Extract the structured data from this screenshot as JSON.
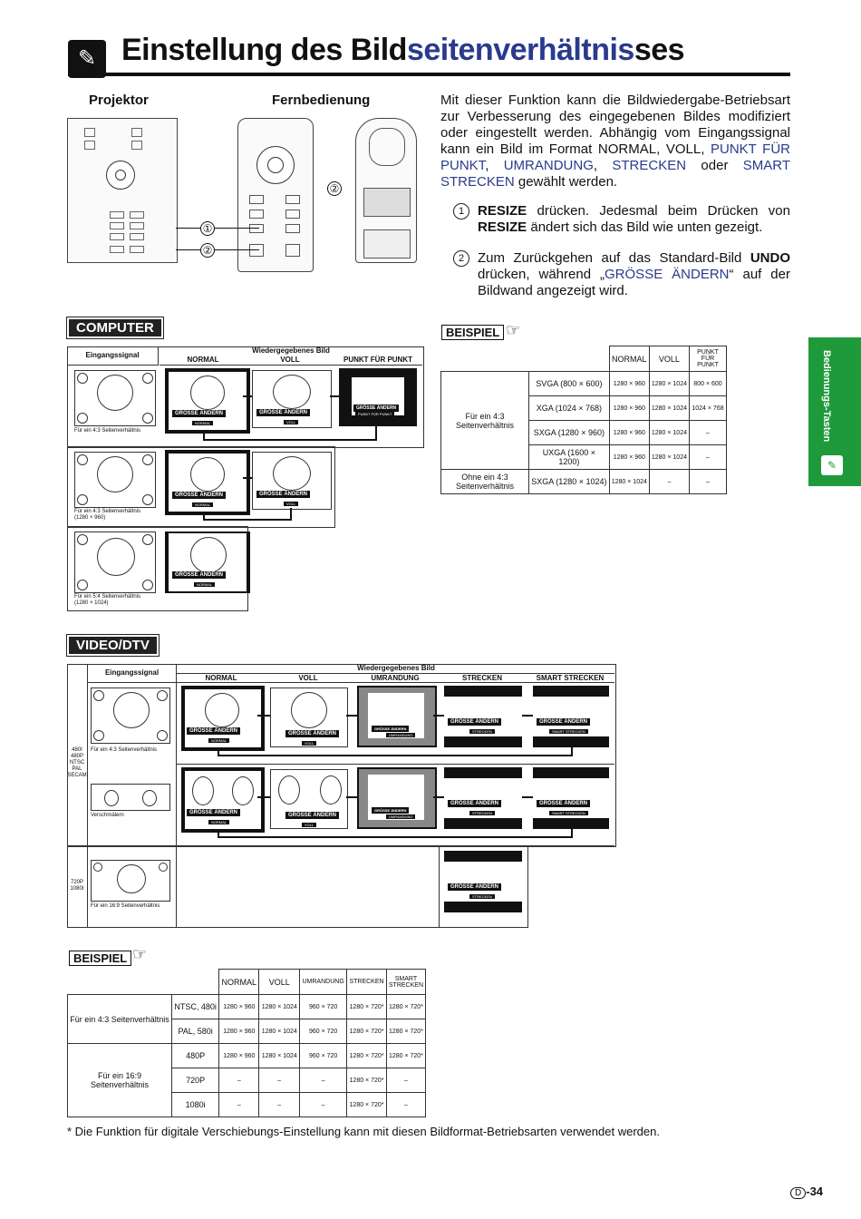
{
  "title": {
    "part1": "Einstellung des Bild",
    "part2": "seitenverhältnis",
    "part3": "ses"
  },
  "labels": {
    "projector": "Projektor",
    "remote": "Fernbedienung"
  },
  "intro": {
    "text1": "Mit dieser Funktion kann die Bildwiedergabe-Betriebsart zur Verbesserung des eingegebenen Bildes modifiziert oder eingestellt werden. Abhängig vom Eingangssignal kann ein Bild im Format NORMAL, VOLL, ",
    "blue1": "PUNKT FÜR PUNKT",
    "sep1": ", ",
    "blue2": "UMRANDUNG",
    "sep2": ", ",
    "blue3": "STRECKEN",
    "sep3": " oder ",
    "blue4": "SMART STRECKEN",
    "text2": " gewählt werden."
  },
  "steps": [
    {
      "num": "1",
      "bold": "RESIZE",
      "t1": " drücken. Jedesmal beim Drücken von ",
      "bold2": "RESIZE",
      "t2": " ändert sich das Bild wie unten gezeigt."
    },
    {
      "num": "2",
      "t0": "Zum Zurückgehen auf das Standard-Bild ",
      "bold": "UNDO",
      "t1": " drücken, während „",
      "blue": "GRÖSSE ÄNDERN",
      "t2": "“ auf der Bildwand angezeigt wird."
    }
  ],
  "callouts": [
    "①",
    "②",
    "②"
  ],
  "sidebar": {
    "label": "Bedienungs-Tasten",
    "icon": "remote-icon"
  },
  "computer": {
    "heading": "COMPUTER",
    "input_header": "Eingangssignal",
    "output_header": "Wiedergegebenes Bild",
    "cols": [
      "NORMAL",
      "VOLL",
      "PUNKT FÜR PUNKT"
    ],
    "badge": "GRÖSSE ÄNDERN",
    "rows": [
      {
        "caption": "Für ein 4:3 Seitenverhältnis",
        "modes": [
          "NORMAL",
          "VOLL",
          "PUNKT FÜR PUNKT"
        ]
      },
      {
        "caption": "Für ein 4:3 Seitenverhältnis (1280 × 960)",
        "modes": [
          "NORMAL",
          "VOLL"
        ]
      },
      {
        "caption": "Für ein 5:4 Seitenverhältnis (1280 × 1024)",
        "modes": [
          "NORMAL"
        ]
      }
    ]
  },
  "beispiel1": {
    "label": "BEISPIEL",
    "header": [
      "NORMAL",
      "VOLL",
      "PUNKT FÜR PUNKT"
    ],
    "groups": [
      {
        "name": "Für ein 4:3 Seitenverhältnis",
        "rows": [
          {
            "sig": "SVGA (800 × 600)",
            "v": [
              "1280 × 960",
              "1280 × 1024",
              "800 × 600"
            ]
          },
          {
            "sig": "XGA (1024 × 768)",
            "v": [
              "1280 × 960",
              "1280 × 1024",
              "1024 × 768"
            ]
          },
          {
            "sig": "SXGA (1280 × 960)",
            "v": [
              "1280 × 960",
              "1280 × 1024",
              "–"
            ]
          },
          {
            "sig": "UXGA (1600 × 1200)",
            "v": [
              "1280 × 960",
              "1280 × 1024",
              "–"
            ]
          }
        ]
      },
      {
        "name": "Ohne ein 4:3 Seitenverhältnis",
        "rows": [
          {
            "sig": "SXGA (1280 × 1024)",
            "v": [
              "1280 × 1024",
              "–",
              "–"
            ]
          }
        ]
      }
    ]
  },
  "video": {
    "heading": "VIDEO/DTV",
    "input_header": "Eingangssignal",
    "output_header": "Wiedergegebenes Bild",
    "cols": [
      "NORMAL",
      "VOLL",
      "UMRANDUNG",
      "STRECKEN",
      "SMART STRECKEN"
    ],
    "badge": "GRÖSSE ÄNDERN",
    "signals1": "480I 480P NTSC PAL SECAM",
    "signals2": "720P 1080I",
    "captions": [
      "Für ein 4:3 Seitenverhältnis",
      "Verschmälern",
      "Für ein 16:9 Seitenverhältnis"
    ]
  },
  "beispiel2": {
    "label": "BEISPIEL",
    "header": [
      "NORMAL",
      "VOLL",
      "UMRANDUNG",
      "STRECKEN",
      "SMART STRECKEN"
    ],
    "groups": [
      {
        "name": "Für ein 4:3 Seitenverhältnis",
        "rows": [
          {
            "sig": "NTSC, 480i",
            "v": [
              "1280 × 960",
              "1280 × 1024",
              "960 × 720",
              "1280 × 720*",
              "1280 × 720*"
            ]
          },
          {
            "sig": "PAL, 580i",
            "v": [
              "1280 × 960",
              "1280 × 1024",
              "960 × 720",
              "1280 × 720*",
              "1280 × 720*"
            ]
          }
        ]
      },
      {
        "name": "Für ein 16:9 Seitenverhältnis",
        "rows": [
          {
            "sig": "480P",
            "v": [
              "1280 × 960",
              "1280 × 1024",
              "960 × 720",
              "1280 × 720*",
              "1280 × 720*"
            ]
          },
          {
            "sig": "720P",
            "v": [
              "–",
              "–",
              "–",
              "1280 × 720*",
              "–"
            ]
          },
          {
            "sig": "1080i",
            "v": [
              "–",
              "–",
              "–",
              "1280 × 720*",
              "–"
            ]
          }
        ]
      }
    ]
  },
  "footnote": "* Die Funktion für digitale Verschiebungs-Einstellung kann mit diesen Bildformat-Betriebsarten verwendet werden.",
  "page": {
    "letter": "D",
    "num": "-34"
  }
}
